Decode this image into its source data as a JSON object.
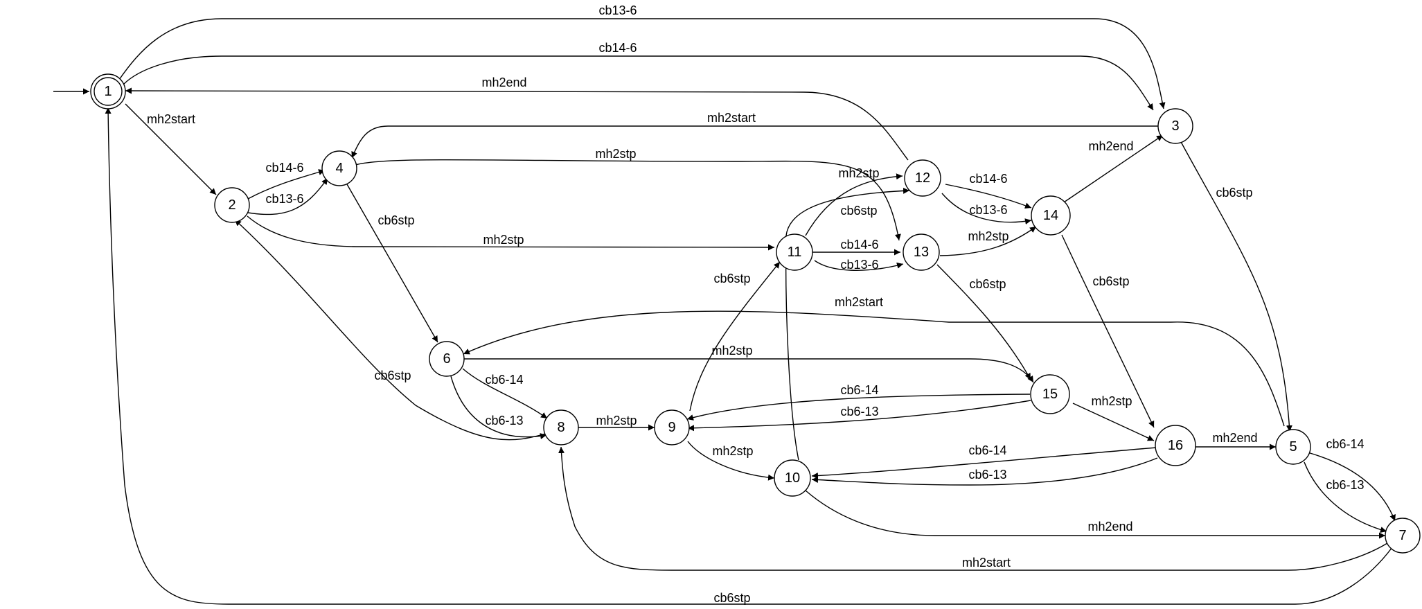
{
  "diagram": {
    "type": "finite-state-automaton",
    "initial_state": "1",
    "accepting_states": [
      "1"
    ],
    "states": [
      "1",
      "2",
      "3",
      "4",
      "5",
      "6",
      "7",
      "8",
      "9",
      "10",
      "11",
      "12",
      "13",
      "14",
      "15",
      "16"
    ],
    "transitions": [
      {
        "id": "e1",
        "from": "1",
        "to": "3",
        "label": "cb13-6"
      },
      {
        "id": "e2",
        "from": "1",
        "to": "3",
        "label": "cb14-6"
      },
      {
        "id": "e3",
        "from": "12",
        "to": "1",
        "label": "mh2end"
      },
      {
        "id": "e4",
        "from": "1",
        "to": "2",
        "label": "mh2start"
      },
      {
        "id": "e5",
        "from": "3",
        "to": "4",
        "label": "mh2start"
      },
      {
        "id": "e6",
        "from": "4",
        "to": "13",
        "label": "mh2stp"
      },
      {
        "id": "e7",
        "from": "2",
        "to": "4",
        "label": "cb14-6"
      },
      {
        "id": "e8",
        "from": "2",
        "to": "4",
        "label": "cb13-6"
      },
      {
        "id": "e9",
        "from": "2",
        "to": "11",
        "label": "mh2stp"
      },
      {
        "id": "e10",
        "from": "4",
        "to": "6",
        "label": "cb6stp"
      },
      {
        "id": "e11",
        "from": "8",
        "to": "2",
        "label": "cb6stp"
      },
      {
        "id": "e12",
        "from": "14",
        "to": "3",
        "label": "mh2end"
      },
      {
        "id": "e13",
        "from": "3",
        "to": "5",
        "label": "cb6stp"
      },
      {
        "id": "e14",
        "from": "11",
        "to": "12",
        "label": "mh2stp"
      },
      {
        "id": "e15",
        "from": "10",
        "to": "12",
        "label": "cb6stp"
      },
      {
        "id": "e16",
        "from": "12",
        "to": "14",
        "label": "cb14-6"
      },
      {
        "id": "e17",
        "from": "12",
        "to": "14",
        "label": "cb13-6"
      },
      {
        "id": "e18",
        "from": "11",
        "to": "13",
        "label": "cb14-6"
      },
      {
        "id": "e19",
        "from": "11",
        "to": "13",
        "label": "cb13-6"
      },
      {
        "id": "e20",
        "from": "13",
        "to": "14",
        "label": "mh2stp"
      },
      {
        "id": "e21",
        "from": "9",
        "to": "11",
        "label": "cb6stp"
      },
      {
        "id": "e22",
        "from": "13",
        "to": "15",
        "label": "cb6stp"
      },
      {
        "id": "e23",
        "from": "14",
        "to": "16",
        "label": "cb6stp"
      },
      {
        "id": "e24",
        "from": "5",
        "to": "6",
        "label": "mh2start"
      },
      {
        "id": "e25",
        "from": "6",
        "to": "15",
        "label": "mh2stp"
      },
      {
        "id": "e26",
        "from": "6",
        "to": "8",
        "label": "cb6-14"
      },
      {
        "id": "e27",
        "from": "6",
        "to": "8",
        "label": "cb6-13"
      },
      {
        "id": "e28",
        "from": "8",
        "to": "9",
        "label": "mh2stp"
      },
      {
        "id": "e29",
        "from": "15",
        "to": "9",
        "label": "cb6-14"
      },
      {
        "id": "e30",
        "from": "15",
        "to": "9",
        "label": "cb6-13"
      },
      {
        "id": "e31",
        "from": "15",
        "to": "16",
        "label": "mh2stp"
      },
      {
        "id": "e32",
        "from": "9",
        "to": "10",
        "label": "mh2stp"
      },
      {
        "id": "e33",
        "from": "16",
        "to": "10",
        "label": "cb6-14"
      },
      {
        "id": "e34",
        "from": "16",
        "to": "10",
        "label": "cb6-13"
      },
      {
        "id": "e35",
        "from": "16",
        "to": "5",
        "label": "mh2end"
      },
      {
        "id": "e36",
        "from": "5",
        "to": "7",
        "label": "cb6-14"
      },
      {
        "id": "e37",
        "from": "5",
        "to": "7",
        "label": "cb6-13"
      },
      {
        "id": "e38",
        "from": "10",
        "to": "7",
        "label": "mh2end"
      },
      {
        "id": "e39",
        "from": "7",
        "to": "8",
        "label": "mh2start"
      },
      {
        "id": "e40",
        "from": "7",
        "to": "1",
        "label": "cb6stp"
      }
    ]
  }
}
